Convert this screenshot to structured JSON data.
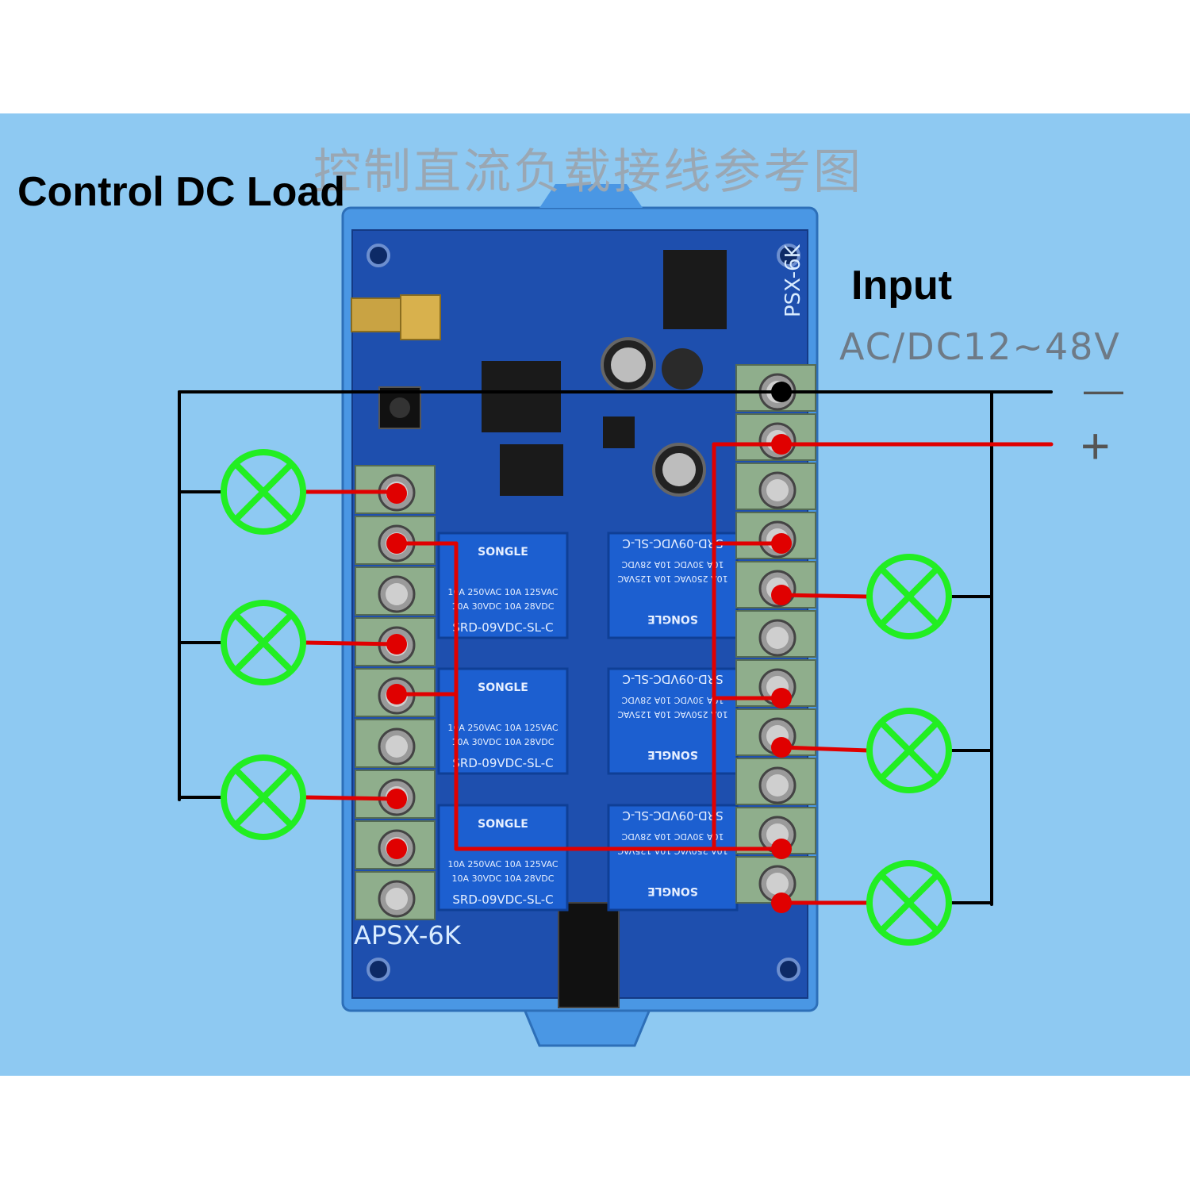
{
  "title": "Control DC Load",
  "title_cn": "控制直流负载接线参考图",
  "input": {
    "label": "Input",
    "range": "AC/DC12~48V",
    "minus": "—",
    "plus": "+"
  },
  "board": {
    "model_bottom": "APSX-6K",
    "model_side": "PSX-6K",
    "relay_brand": "SONGLE",
    "relay_model": "SRD-09VDC-SL-C",
    "relay_rating_1": "10A 250VAC  10A 125VAC",
    "relay_rating_2": "10A  30VDC  10A  28VDC"
  },
  "colors": {
    "background": "#8ec9f2",
    "board": "#1f4fb0",
    "enclosure": "#3f8ee0",
    "lamp": "#22ee22",
    "positive_wire": "#e00000",
    "negative_wire": "#000000",
    "terminal": "#8fae8c"
  },
  "icons": [
    "lamp-icon",
    "screw-terminal-icon",
    "relay-icon",
    "antenna-connector-icon"
  ]
}
